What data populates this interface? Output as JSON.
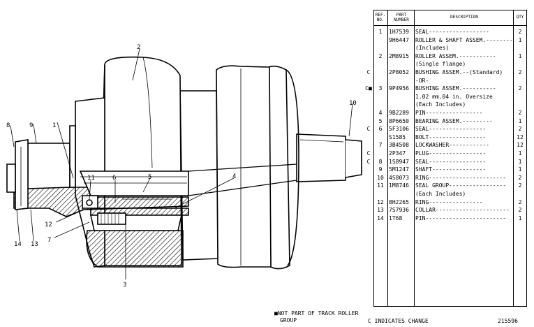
{
  "table": {
    "headers": {
      "ref": "REF. NO.",
      "part": "PART NUMBER",
      "desc": "DESCRIPTION",
      "qty": "QTY"
    },
    "rows": [
      {
        "mark": "",
        "ref": "1",
        "part": "1H7539",
        "desc": "SEAL------------------",
        "qty": "2"
      },
      {
        "mark": "",
        "ref": "",
        "part": "9H6447",
        "desc": "ROLLER & SHAFT ASSEM.----------",
        "qty": "1"
      },
      {
        "mark": "",
        "ref": "",
        "part": "",
        "desc": "   (Includes)",
        "qty": ""
      },
      {
        "mark": "",
        "ref": "2",
        "part": "2M8915",
        "desc": "   ROLLER ASSEM.-----------",
        "qty": "1"
      },
      {
        "mark": "",
        "ref": "",
        "part": "",
        "desc": "   (Single flange)",
        "qty": ""
      },
      {
        "mark": "C",
        "ref": "",
        "part": "2P8052",
        "desc": "  BUSHING ASSEM.--(Standard)",
        "qty": "2"
      },
      {
        "mark": "",
        "ref": "",
        "part": "",
        "desc": "         -OR-",
        "qty": ""
      },
      {
        "mark": "C■",
        "ref": "3",
        "part": "9P4956",
        "desc": "  BUSHING ASSEM.----------",
        "qty": "2"
      },
      {
        "mark": "",
        "ref": "",
        "part": "",
        "desc": "   1.02 mm.04 in. Oversize",
        "qty": ""
      },
      {
        "mark": "",
        "ref": "",
        "part": "",
        "desc": "   (Each Includes)",
        "qty": ""
      },
      {
        "mark": "",
        "ref": "4",
        "part": "9B2289",
        "desc": "      PIN-----------------",
        "qty": "2"
      },
      {
        "mark": "",
        "ref": "5",
        "part": "8P6650",
        "desc": "      BEARING ASSEM.---------",
        "qty": "1"
      },
      {
        "mark": "C",
        "ref": "6",
        "part": "5F3106",
        "desc": "   SEAL-----------------",
        "qty": "2"
      },
      {
        "mark": "",
        "ref": "",
        "part": "S1585",
        "desc": "   BOLT-----------------",
        "qty": "12"
      },
      {
        "mark": "",
        "ref": "7",
        "part": "3B4508",
        "desc": "   LOCKWASHER------------",
        "qty": "12"
      },
      {
        "mark": "C",
        "ref": "",
        "part": "2P347",
        "desc": "   PLUG-----------------",
        "qty": "1"
      },
      {
        "mark": "C",
        "ref": "8",
        "part": "1S8947",
        "desc": "   SEAL-----------------",
        "qty": "1"
      },
      {
        "mark": "",
        "ref": "9",
        "part": "5M1247",
        "desc": "   SHAFT----------------",
        "qty": "1"
      },
      {
        "mark": "",
        "ref": "10",
        "part": "4S8073",
        "desc": "RING-----------------------",
        "qty": "2"
      },
      {
        "mark": "",
        "ref": "11",
        "part": "1M8746",
        "desc": "SEAL GROUP-----------------",
        "qty": "2"
      },
      {
        "mark": "",
        "ref": "",
        "part": "",
        "desc": "   (Each Includes)",
        "qty": ""
      },
      {
        "mark": "",
        "ref": "12",
        "part": "8H2265",
        "desc": "   RING----------------",
        "qty": "2"
      },
      {
        "mark": "",
        "ref": "13",
        "part": "7S7936",
        "desc": "COLLAR----------------------",
        "qty": "2"
      },
      {
        "mark": "",
        "ref": "14",
        "part": "1T68",
        "desc": "PIN------------------------",
        "qty": "1"
      }
    ]
  },
  "callouts": [
    "1",
    "2",
    "3",
    "4",
    "5",
    "6",
    "7",
    "8",
    "9",
    "10",
    "11",
    "12",
    "13",
    "14"
  ],
  "footer": {
    "not_part_line1": "■NOT PART OF TRACK ROLLER",
    "not_part_line2": "GROUP",
    "change_note": "C INDICATES CHANGE",
    "drawing_number": "215596"
  }
}
